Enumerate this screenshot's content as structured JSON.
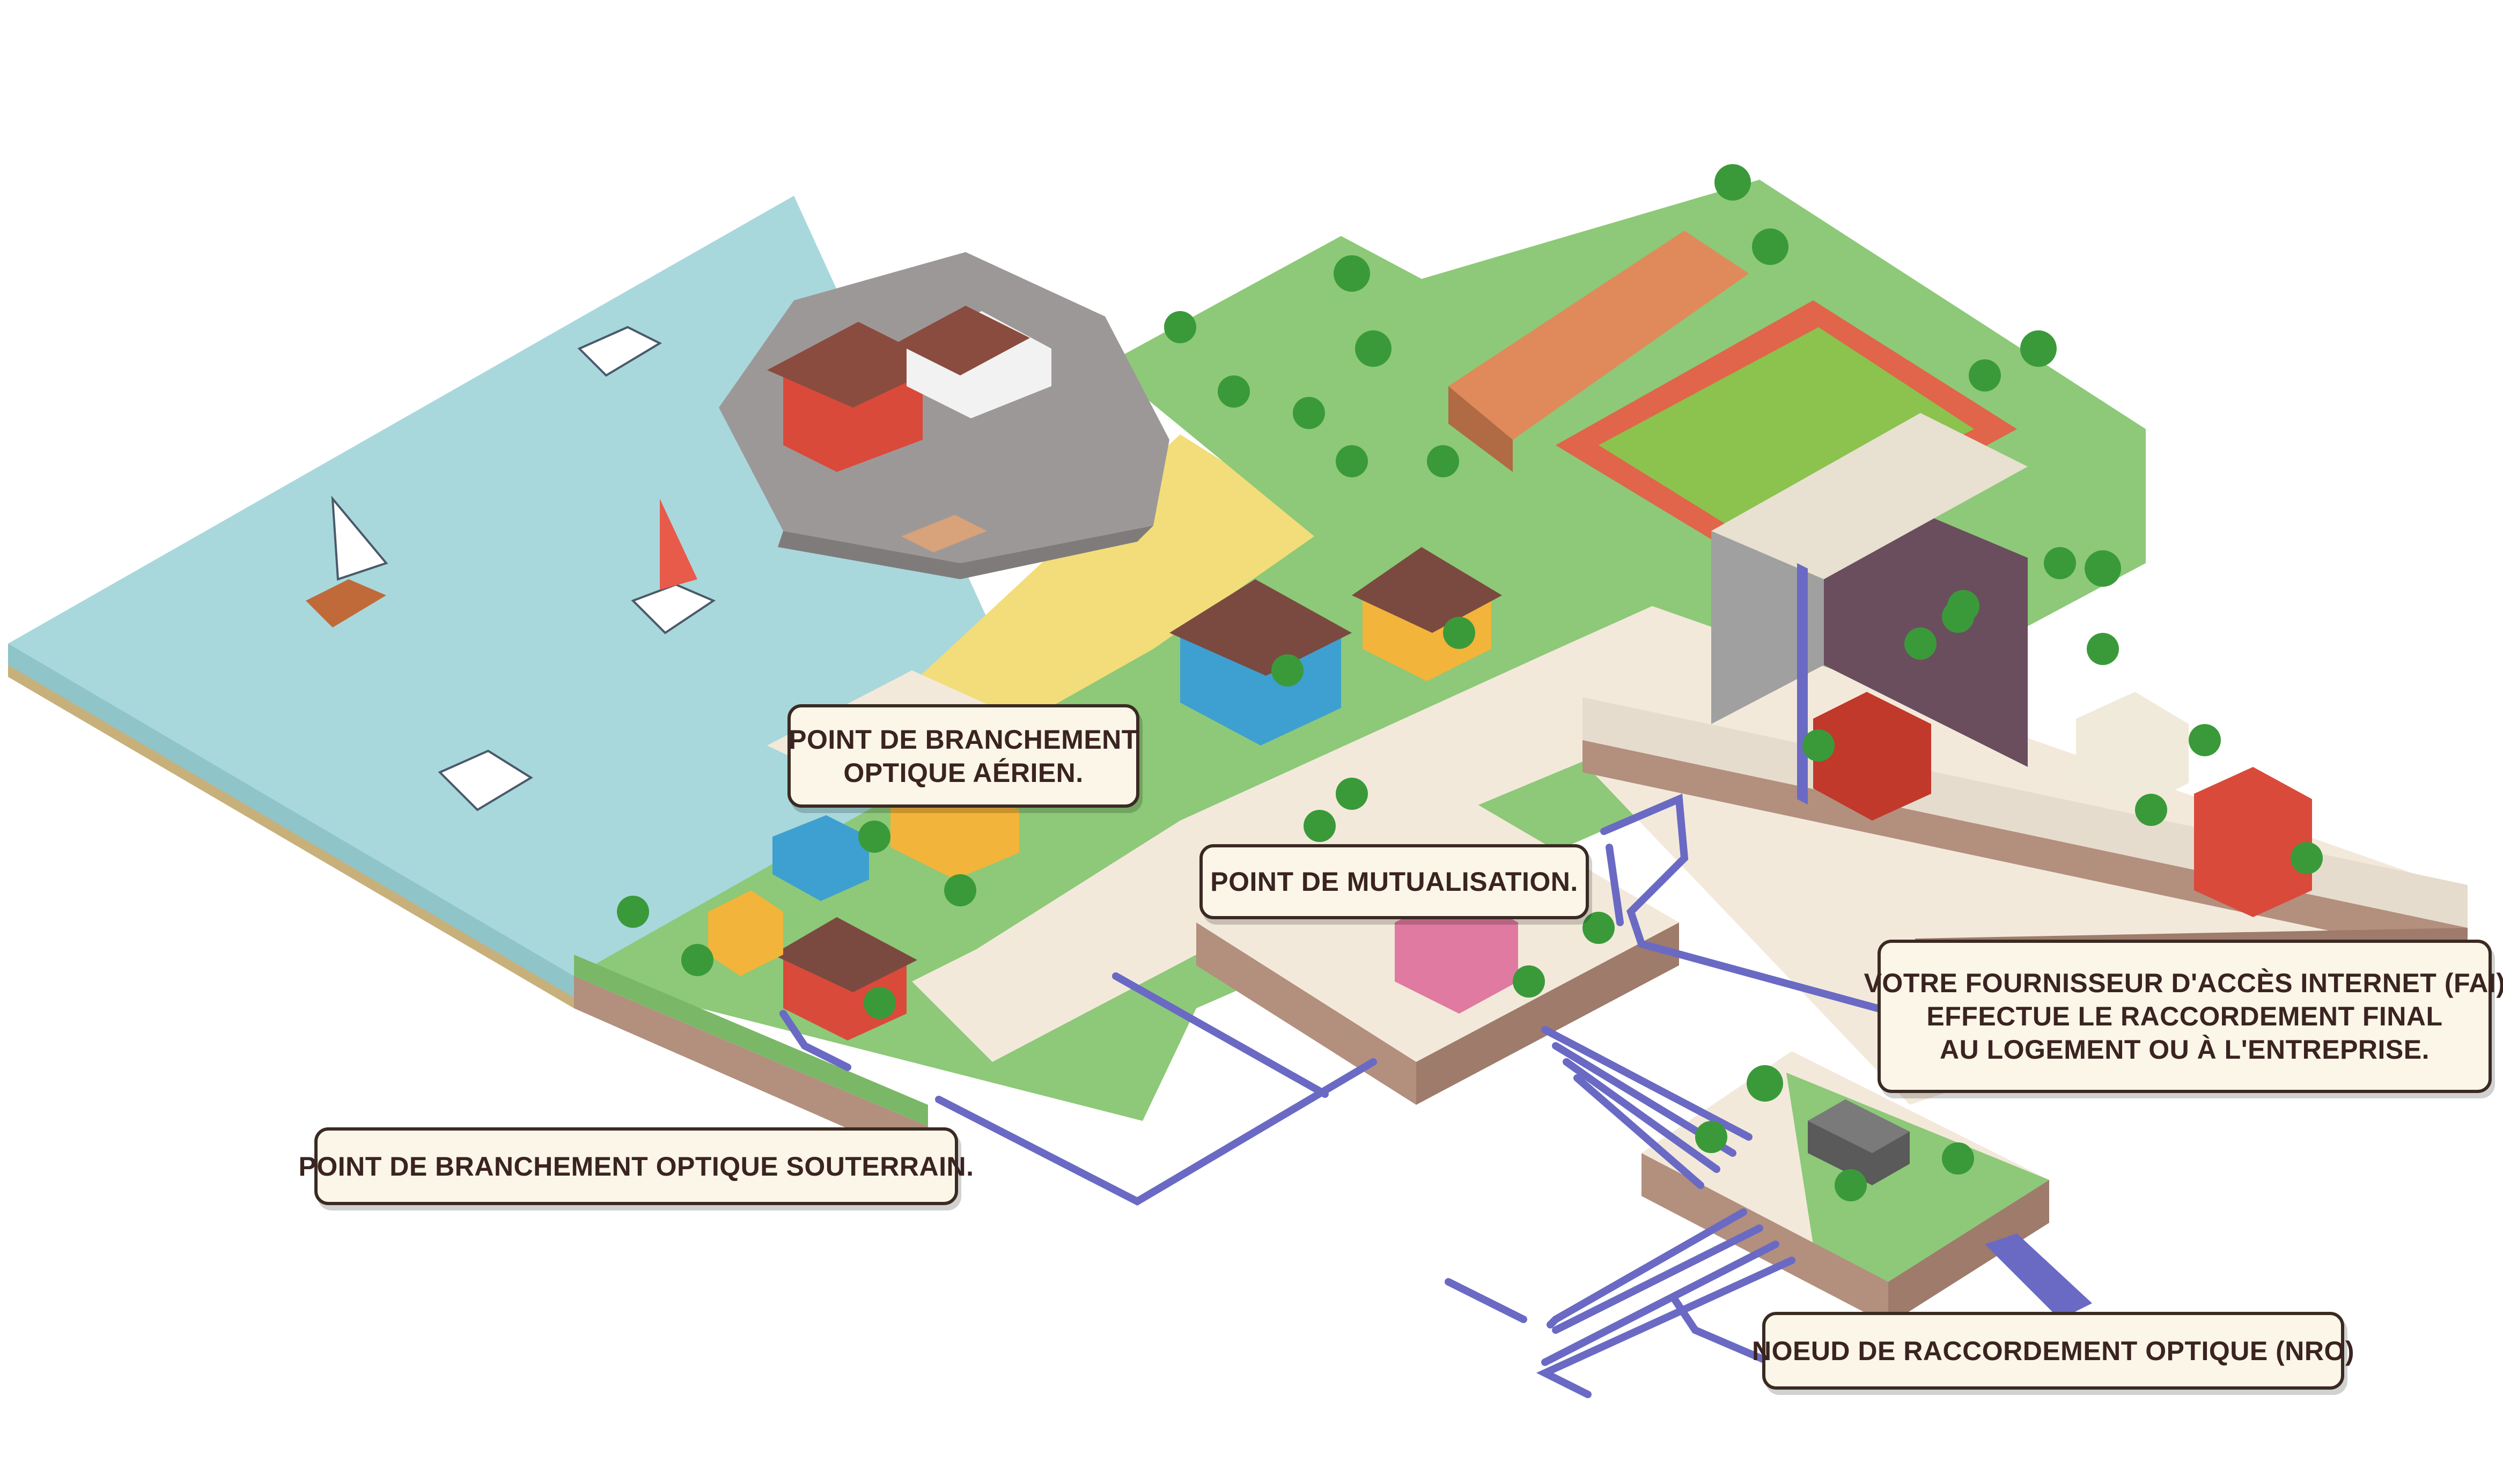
{
  "labels": {
    "aerial": [
      "POINT DE BRANCHEMENT",
      "OPTIQUE AÉRIEN."
    ],
    "mutualisation": [
      "POINT DE MUTUALISATION."
    ],
    "fai": [
      "VOTRE FOURNISSEUR D'ACCÈS INTERNET (FAI)",
      "EFFECTUE LE RACCORDEMENT FINAL",
      "AU LOGEMENT OU À L'ENTREPRISE."
    ],
    "underground": [
      "POINT DE BRANCHEMENT OPTIQUE SOUTERRAIN."
    ],
    "nro": [
      "NOEUD DE RACCORDEMENT OPTIQUE (NRO)"
    ]
  },
  "colors": {
    "water": "#a8d8dc",
    "grass": "#8dc978",
    "sand": "#f2dd7a",
    "pavement": "#f3e9db",
    "soil": "#b38f7e",
    "fiber": "#6a6ac4",
    "rock": "#9d9898",
    "track": "#e0654a",
    "field": "#8cc24e"
  }
}
